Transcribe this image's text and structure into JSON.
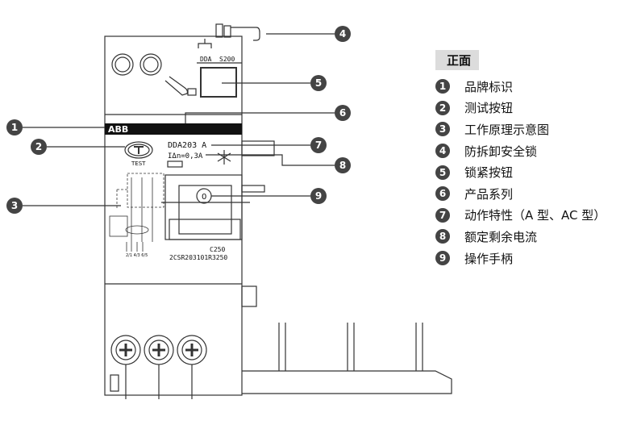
{
  "device": {
    "brand": "ABB",
    "test_label": "TEST",
    "lock_labels": [
      "DDA",
      "S200"
    ],
    "model": "DDA203 A",
    "rated_current": "IΔn=0,3A",
    "handle_label": "0",
    "rating": "C250",
    "part_number": "2CSR203101R3250",
    "terminal_label": "2/1 4/3 6/5",
    "schematic_labels": [
      "1",
      "3",
      "5",
      "2",
      "4",
      "6"
    ]
  },
  "callouts": [
    "1",
    "2",
    "3",
    "4",
    "5",
    "6",
    "7",
    "8",
    "9"
  ],
  "legend": {
    "title": "正面",
    "items": [
      {
        "num": "1",
        "label": "品牌标识"
      },
      {
        "num": "2",
        "label": "测试按钮"
      },
      {
        "num": "3",
        "label": "工作原理示意图"
      },
      {
        "num": "4",
        "label": "防拆卸安全锁"
      },
      {
        "num": "5",
        "label": "锁紧按钮"
      },
      {
        "num": "6",
        "label": "产品系列"
      },
      {
        "num": "7",
        "label": "动作特性（A 型、AC 型）"
      },
      {
        "num": "8",
        "label": "额定剩余电流"
      },
      {
        "num": "9",
        "label": "操作手柄"
      }
    ]
  },
  "colors": {
    "callout": "#444444",
    "line": "#333333",
    "band": "#111111",
    "legend_bg": "#dcdcdc"
  }
}
